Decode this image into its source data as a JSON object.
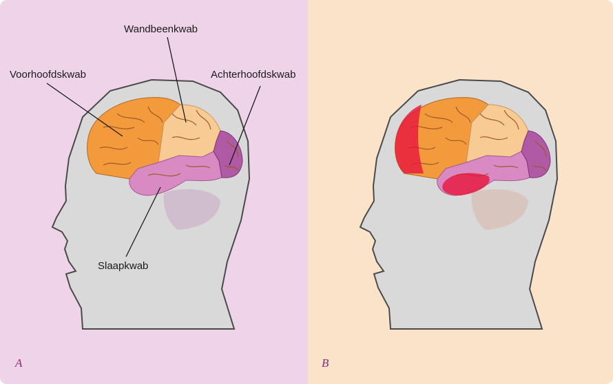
{
  "panels": [
    {
      "letter": "A",
      "background": "#efd3e8"
    },
    {
      "letter": "B",
      "background": "#fbe3ca"
    }
  ],
  "labels": {
    "frontal": "Voorhoofdskwab",
    "parietal": "Wandbeenkwab",
    "occipital": "Achterhoofdskwab",
    "temporal": "Slaapkwab"
  },
  "colors": {
    "head": "#d9d9d9",
    "frontal": "#f39a3c",
    "parietal": "#f8cb94",
    "temporal": "#d98ac2",
    "occipital": "#b059a4",
    "highlight": "#e6153c"
  }
}
